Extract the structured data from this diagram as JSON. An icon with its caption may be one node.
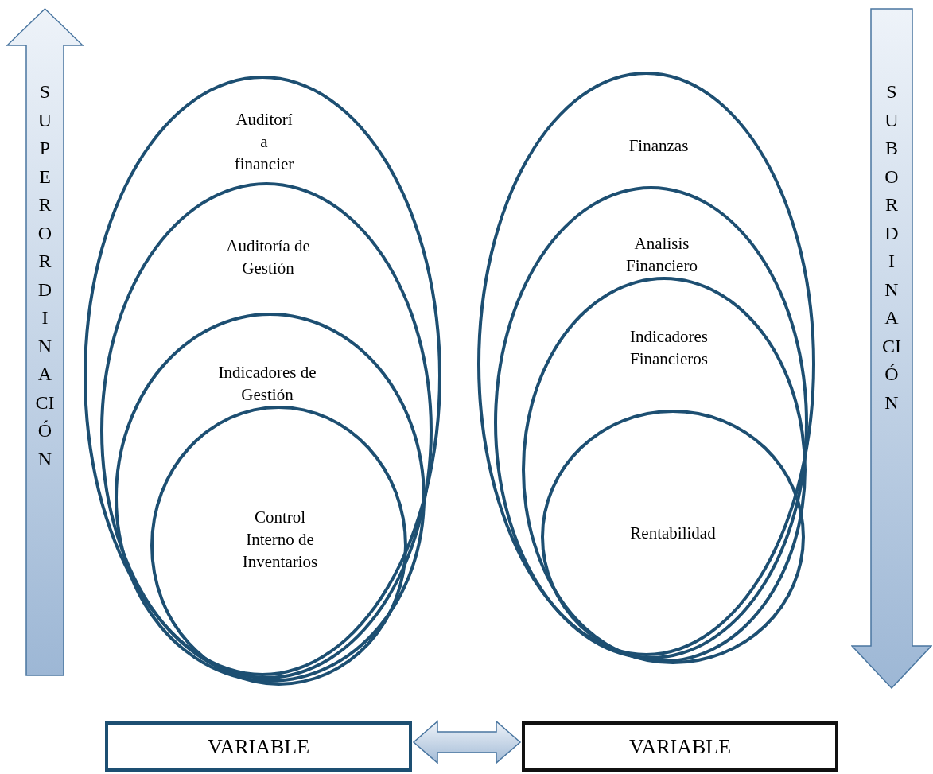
{
  "diagram": {
    "nodes": [
      {
        "text": [
          "SUPERORDINACIÓN"
        ]
      },
      {
        "text": [
          "Auditorí a financier"
        ]
      },
      {
        "text": [
          "Auditoría de Gestión"
        ],
        "in": 1
      },
      {
        "text": [
          "Indicadores de Gestión"
        ],
        "in": 2
      },
      {
        "text": [
          "Control Interno de Inventarios"
        ],
        "in": 3
      },
      {
        "text": [
          "Finanzas"
        ]
      },
      {
        "text": [
          "Analisis Financiero"
        ],
        "in": 5
      },
      {
        "text": [
          "Indicadores Financieros"
        ],
        "in": 6
      },
      {
        "text": [
          "Rentabilidad"
        ],
        "in": 7
      },
      {
        "text": [
          "SUBORDINACIÓN"
        ]
      },
      {
        "text": [
          "VARIABLE"
        ]
      },
      {
        "text": [
          "VARIABLE"
        ]
      }
    ],
    "edges": [
      {
        "from": 10,
        "to": 11,
        "arrow": "both"
      }
    ]
  }
}
